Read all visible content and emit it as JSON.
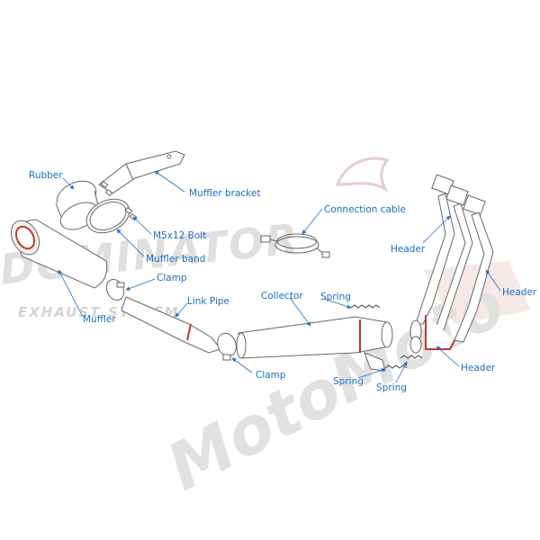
{
  "watermark": {
    "brand_left": "DOMINATOR",
    "brand_left_sub": "EXHAUST SYSTEM",
    "brand_right": "MotoMoto",
    "color": "#d8d8d8",
    "accent_color": "#e6b7b7"
  },
  "colors": {
    "label": "#1a6fc4",
    "leader": "#1a6fc4",
    "outline": "#555555",
    "red_band": "#c0392b"
  },
  "labels": {
    "rubber": "Rubber",
    "muffler_bracket": "Muffler bracket",
    "connection_cable": "Connection cable",
    "m5x12_bolt": "M5x12 Bolt",
    "muffler_band": "Muffler band",
    "header_top": "Header",
    "header_right": "Header",
    "clamp_top": "Clamp",
    "link_pipe": "Link Pipe",
    "collector": "Collector",
    "spring_top": "Spring",
    "muffler": "Muffler",
    "header_bottom": "Header",
    "clamp_bottom": "Clamp",
    "spring_left": "Spring",
    "spring_right": "Spring"
  }
}
